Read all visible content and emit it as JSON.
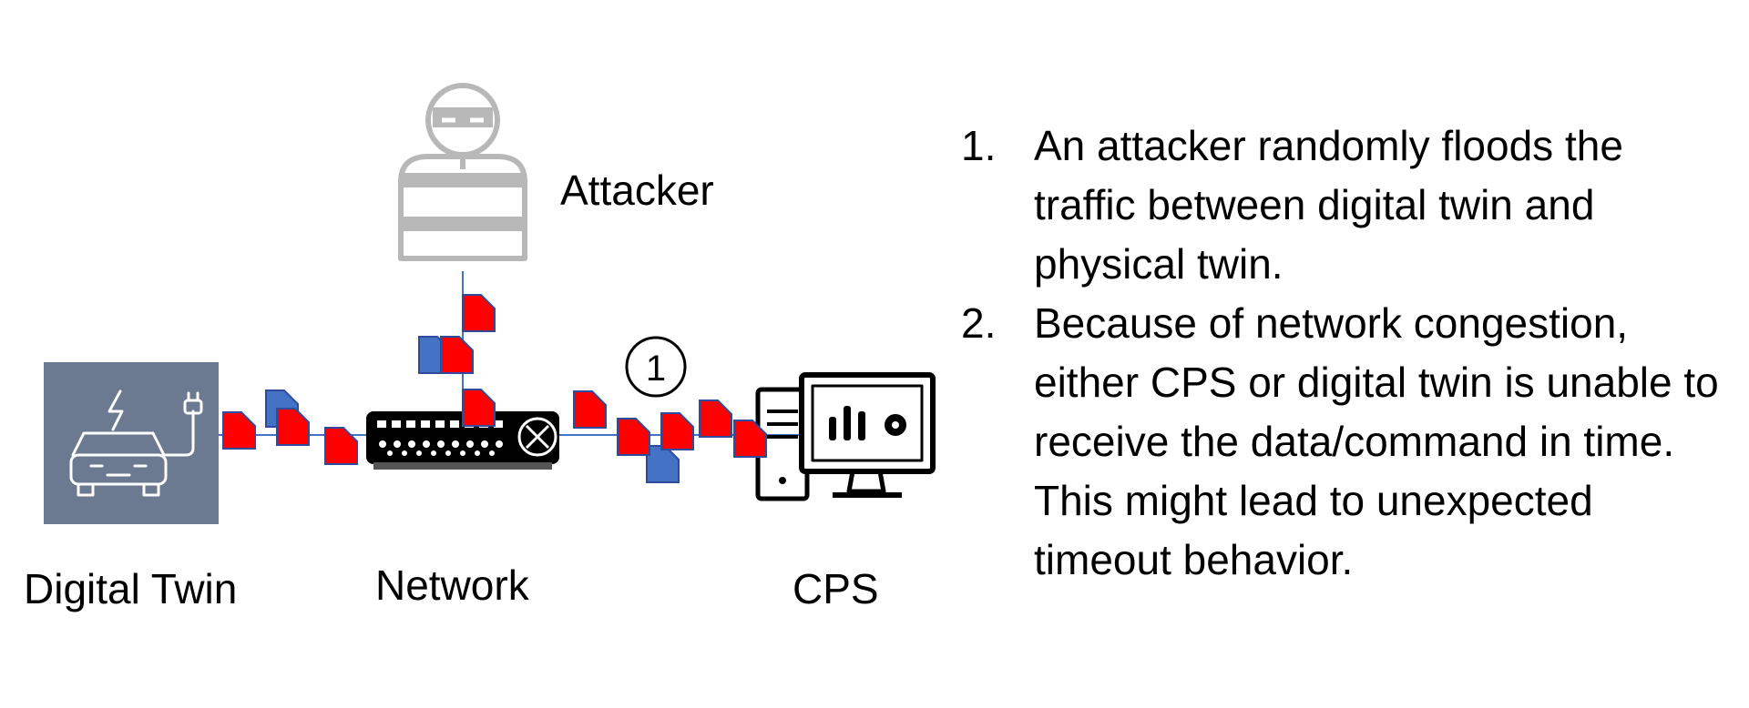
{
  "nodes": {
    "attacker": {
      "label": "Attacker",
      "icon": "attacker-icon"
    },
    "digital_twin": {
      "label": "Digital Twin",
      "icon": "ev-charging-car-icon"
    },
    "network": {
      "label": "Network",
      "icon": "network-switch-icon"
    },
    "cps": {
      "label": "CPS",
      "icon": "computer-monitor-icon"
    }
  },
  "marker": {
    "label": "1"
  },
  "steps": [
    {
      "number": "1.",
      "text": "An attacker randomly floods the traffic between digital twin and physical twin."
    },
    {
      "number": "2.",
      "text": "Because of network congestion, either CPS or digital twin is unable to receive the data/command in time. This might lead to unexpected timeout behavior."
    }
  ],
  "colors": {
    "attack_packet": "#ff0000",
    "normal_packet": "#4472c4",
    "packet_border": "#2f4b9b",
    "link_line": "#4472c4",
    "digital_twin_bg": "#6b7a90",
    "attacker_gray": "#b8b8b8"
  }
}
